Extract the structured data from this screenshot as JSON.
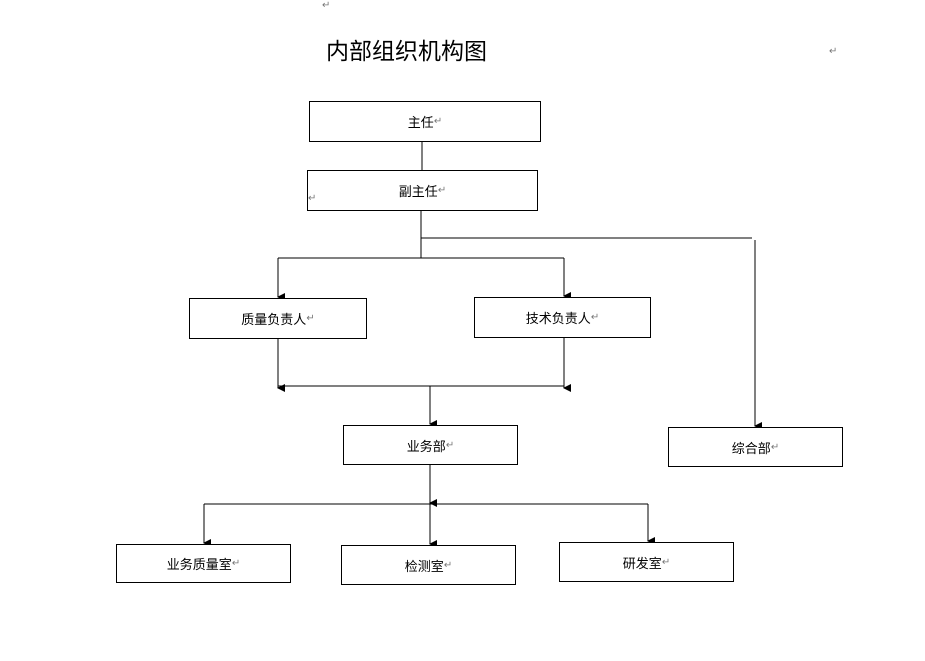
{
  "title": "内部组织机构图",
  "paragraph_mark": "↵",
  "nodes": {
    "director": "主任",
    "deputy_director": "副主任",
    "quality_manager": "质量负责人",
    "technical_manager": "技术负责人",
    "business_dept": "业务部",
    "general_dept": "综合部",
    "business_quality_office": "业务质量室",
    "testing_office": "检测室",
    "rd_office": "研发室"
  },
  "edges": [
    [
      "director",
      "deputy_director"
    ],
    [
      "deputy_director",
      "quality_manager"
    ],
    [
      "deputy_director",
      "technical_manager"
    ],
    [
      "deputy_director",
      "general_dept"
    ],
    [
      "quality_manager",
      "business_dept"
    ],
    [
      "technical_manager",
      "business_dept"
    ],
    [
      "business_dept",
      "business_quality_office"
    ],
    [
      "business_dept",
      "testing_office"
    ],
    [
      "business_dept",
      "rd_office"
    ]
  ]
}
